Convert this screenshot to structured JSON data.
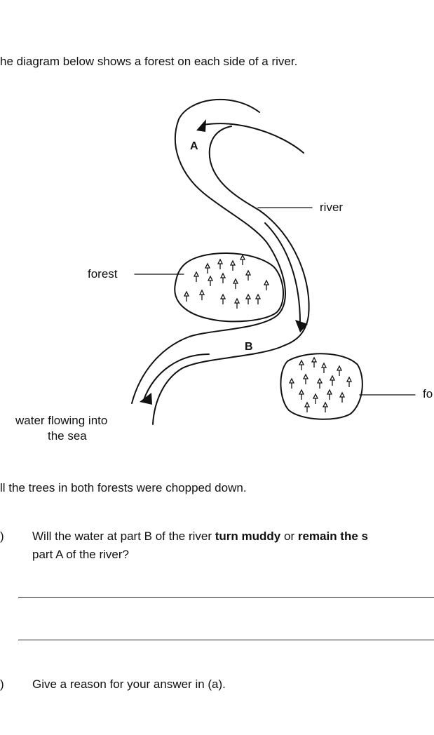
{
  "intro": "he diagram below shows a forest on each side of a river.",
  "diagram": {
    "label_a": "A",
    "label_b": "B",
    "label_river": "river",
    "label_forest_left": "forest",
    "label_forest_right_partial": "fo",
    "label_flow_line1": "water flowing into",
    "label_flow_line2": "the sea"
  },
  "statement": "ll the trees in both forests were chopped down.",
  "question_a": {
    "marker": ")",
    "text_part1": "Will the water at part B of the river ",
    "bold1": "turn muddy",
    "text_part2": " or ",
    "bold2": "remain the s",
    "line2": "part A of the river?"
  },
  "question_b": {
    "marker": ")",
    "text": "Give a reason for your answer in (a)."
  }
}
